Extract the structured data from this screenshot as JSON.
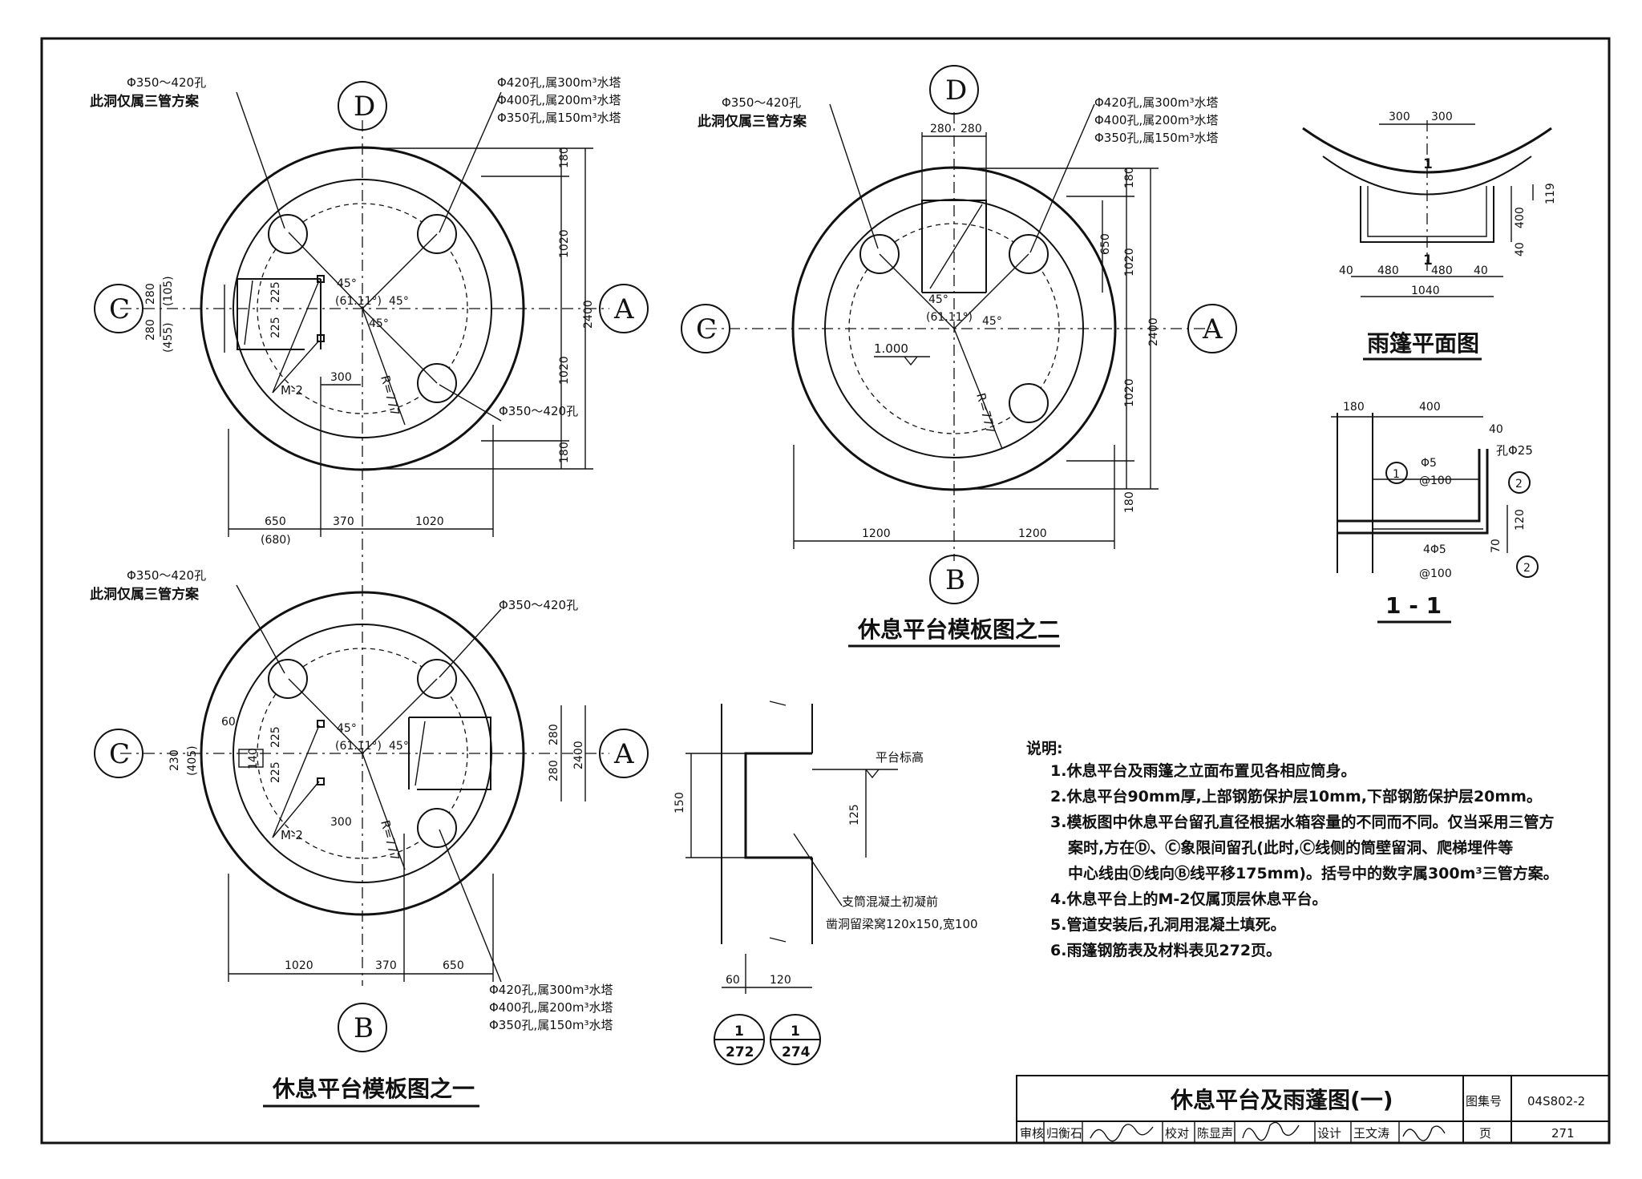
{
  "sheet": {
    "title": "休息平台及雨蓬图(一)",
    "atlas_label": "图集号",
    "atlas_no": "04S802-2",
    "page_label": "页",
    "page_no": "271",
    "review_label": "审核",
    "reviewer": "归衡石",
    "check_label": "校对",
    "checker": "陈显声",
    "design_label": "设计",
    "designer": "王文涛"
  },
  "axes": {
    "A": "A",
    "B": "B",
    "C": "C",
    "D": "D"
  },
  "plan1": {
    "title": "休息平台模板图之一",
    "hole_note_a": "Φ350～420孔",
    "hole_note_b": "此洞仅属三管方案",
    "hole_right_1": "Φ420孔,属300m³水塔",
    "hole_right_2": "Φ400孔,属200m³水塔",
    "hole_right_3": "Φ350孔,属150m³水塔",
    "hole_right_lower": "Φ350～420孔",
    "radius": "R=777",
    "angle1": "45°",
    "angle2": "45°",
    "angle3": "45°",
    "angle_paren": "(61.11°)",
    "m2": "M-2",
    "dims": {
      "d180a": "180",
      "d1020a": "1020",
      "d2400": "2400",
      "d1020b": "1020",
      "d180b": "180",
      "d280": "280",
      "d105": "(105)",
      "d280b": "280",
      "d455": "(455)",
      "d225a": "225",
      "d225b": "225",
      "d300": "300",
      "d650": "650",
      "d680": "(680)",
      "d370": "370",
      "d1020c": "1020"
    }
  },
  "plan2": {
    "title": "休息平台模板图之二",
    "hole_note_a": "Φ350～420孔",
    "hole_note_b": "此洞仅属三管方案",
    "hole_right_1": "Φ420孔,属300m³水塔",
    "hole_right_2": "Φ400孔,属200m³水塔",
    "hole_right_3": "Φ350孔,属150m³水塔",
    "radius": "R=777",
    "angle1": "45°",
    "angle2": "45°",
    "angle_paren": "(61.11°)",
    "elevation": "1.000",
    "dims": {
      "d280a": "280",
      "d280b": "280",
      "d180a": "180",
      "d650": "650",
      "d1020a": "1020",
      "d2400": "2400",
      "d1020b": "1020",
      "d180b": "180",
      "d1200a": "1200",
      "d1200b": "1200"
    }
  },
  "plan3": {
    "title": "休息平台模板图之一",
    "hole_note_a": "Φ350～420孔",
    "hole_note_b": "此洞仅属三管方案",
    "hole_right_top": "Φ350～420孔",
    "hole_right_1": "Φ420孔,属300m³水塔",
    "hole_right_2": "Φ400孔,属200m³水塔",
    "hole_right_3": "Φ350孔,属150m³水塔",
    "radius": "R=777",
    "angle1": "45°",
    "angle2": "45°",
    "angle_paren": "(61.11°)",
    "m2": "M-2",
    "dims": {
      "d60": "60",
      "d140": "140",
      "d230": "230",
      "d405": "(405)",
      "d225a": "225",
      "d225b": "225",
      "d300": "300",
      "d280a": "280",
      "d280b": "280",
      "d2400": "2400",
      "d1020": "1020",
      "d370": "370",
      "d650": "650"
    }
  },
  "canopy_plan": {
    "title": "雨篷平面图",
    "d300a": "300",
    "d300b": "300",
    "d119": "119",
    "d400": "400",
    "d40": "40",
    "d40a": "40",
    "d480a": "480",
    "d480b": "480",
    "d40b": "40",
    "d1040": "1040",
    "sec_mark": "1"
  },
  "section11": {
    "title": "1 - 1",
    "d180": "180",
    "d400": "400",
    "d40": "40",
    "d120": "120",
    "d70": "70",
    "hole": "孔Φ25",
    "rebar1a": "Φ5",
    "rebar1b": "@100",
    "rebar2a": "4Φ5",
    "rebar2b": "@100",
    "n1": "1",
    "n2": "2",
    "n2b": "2"
  },
  "detail": {
    "label_platform": "平台标高",
    "note1": "支筒混凝土初凝前",
    "note2": "凿洞留梁窝120x150,宽100",
    "d150": "150",
    "d125": "125",
    "d60": "60",
    "d120": "120",
    "ref1_top": "1",
    "ref1_bot": "272",
    "ref2_top": "1",
    "ref2_bot": "274"
  },
  "notes": {
    "heading": "说明:",
    "items": [
      "1.休息平台及雨篷之立面布置见各相应筒身。",
      "2.休息平台90mm厚,上部钢筋保护层10mm,下部钢筋保护层20mm。",
      "3.模板图中休息平台留孔直径根据水箱容量的不同而不同。仅当采用三管方",
      "案时,方在Ⓓ、Ⓒ象限间留孔(此时,Ⓒ线侧的筒壁留洞、爬梯埋件等",
      "中心线由Ⓓ线向Ⓑ线平移175mm)。括号中的数字属300m³三管方案。",
      "4.休息平台上的M-2仅属顶层休息平台。",
      "5.管道安装后,孔洞用混凝土填死。",
      "6.雨篷钢筋表及材料表见272页。"
    ]
  }
}
